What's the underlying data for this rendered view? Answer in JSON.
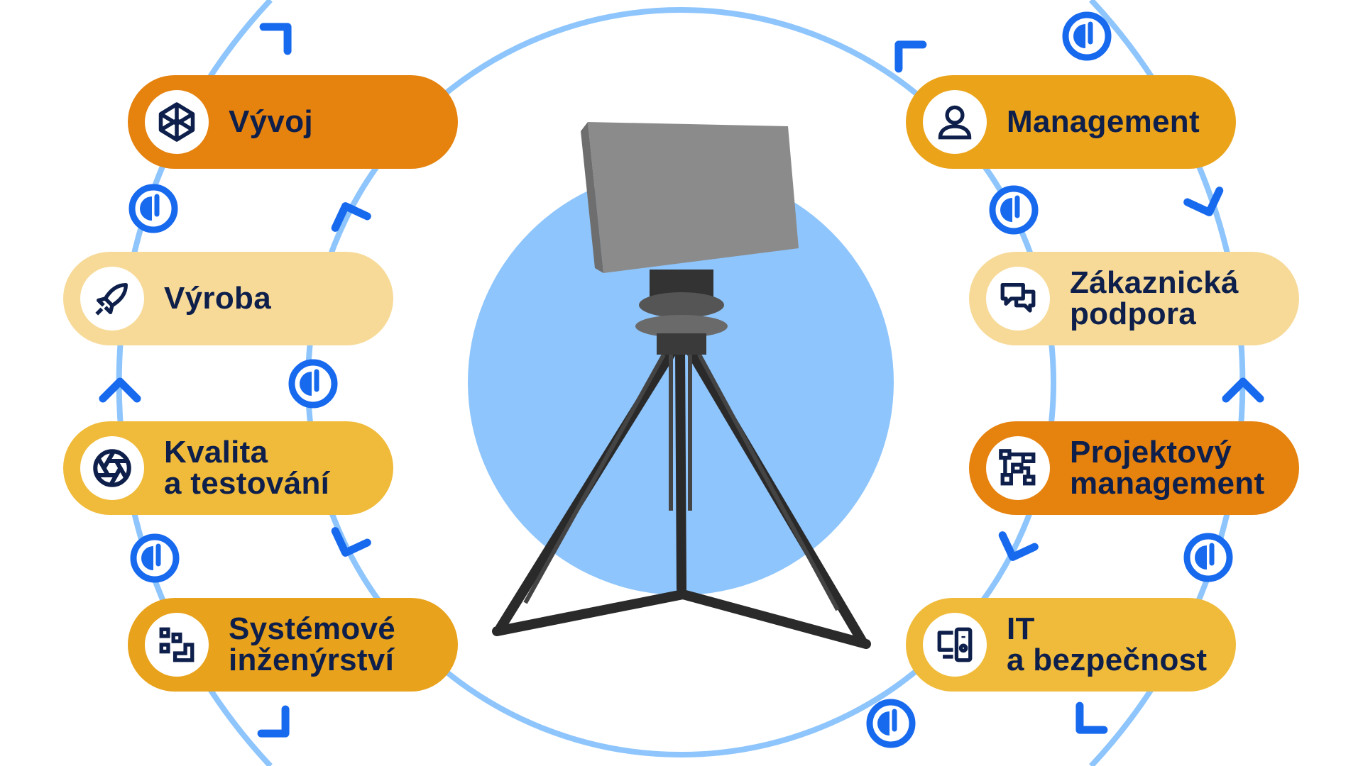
{
  "colors": {
    "ring": "#8EC5FC",
    "accent_blue": "#1769EE",
    "center_circle": "#8EC5FC",
    "text": "#0D1F4A",
    "orange_dark": "#E6820E",
    "orange": "#EBA31A",
    "yellow": "#F0BB3A",
    "light": "#F7DA98"
  },
  "left_items": [
    {
      "line1": "Vývoj",
      "line2": "",
      "icon": "codepen-cube-icon"
    },
    {
      "line1": "Výroba",
      "line2": "",
      "icon": "rocket-icon"
    },
    {
      "line1": "Kvalita",
      "line2": "a testování",
      "icon": "aperture-icon"
    },
    {
      "line1": "Systémové",
      "line2": "inženýrství",
      "icon": "workflow-squares-icon"
    }
  ],
  "right_items": [
    {
      "line1": "Management",
      "line2": "",
      "icon": "user-icon"
    },
    {
      "line1": "Zákaznická",
      "line2": "podpora",
      "icon": "chat-bubbles-icon"
    },
    {
      "line1": "Projektový",
      "line2": "management",
      "icon": "project-nodes-icon"
    },
    {
      "line1": "IT",
      "line2": "a bezpečnost",
      "icon": "devices-icon"
    }
  ]
}
